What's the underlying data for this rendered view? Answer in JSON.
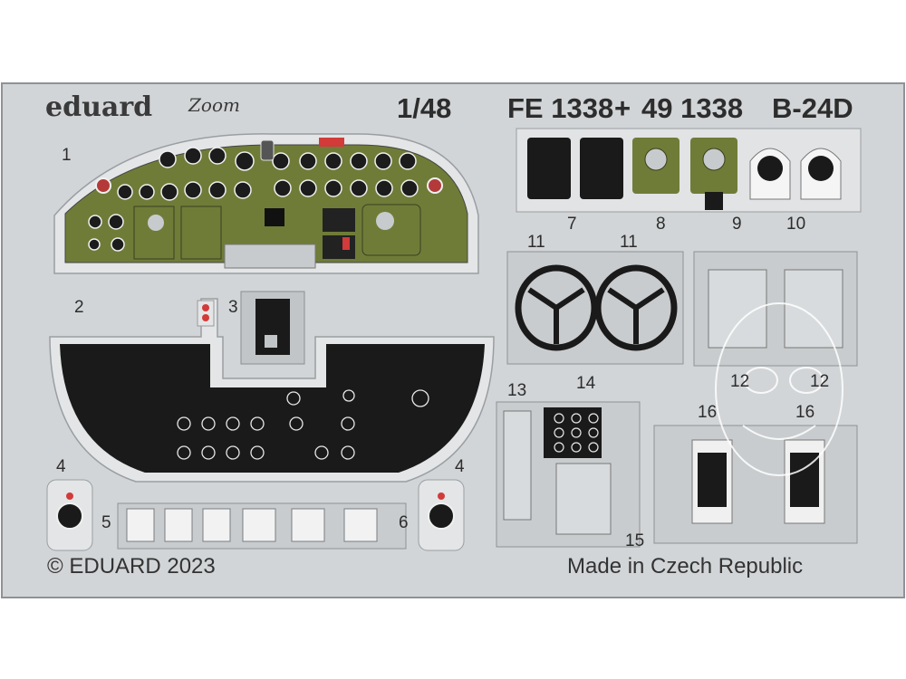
{
  "header": {
    "brand": "eduard",
    "sub_brand": "Zoom",
    "scale": "1/48",
    "code_fe": "FE 1338",
    "plus": "+",
    "code_49": "49 1338",
    "model": "B-24D"
  },
  "footer": {
    "copyright": "© EDUARD 2023",
    "origin": "Made in Czech Republic"
  },
  "part_numbers": {
    "p1": "1",
    "p2": "2",
    "p3": "3",
    "p4a": "4",
    "p4b": "4",
    "p5": "5",
    "p6": "6",
    "p7": "7",
    "p8": "8",
    "p9": "9",
    "p10": "10",
    "p11a": "11",
    "p11b": "11",
    "p12a": "12",
    "p12b": "12",
    "p13": "13",
    "p14": "14",
    "p15": "15",
    "p16a": "16",
    "p16b": "16"
  },
  "colors": {
    "fret": "#d2d5d7",
    "fret_edge": "#8e9296",
    "background": "#ffffff",
    "panel_green": "#6f7c38",
    "panel_black": "#1a1a1a",
    "marking_red": "#d33a3a"
  }
}
